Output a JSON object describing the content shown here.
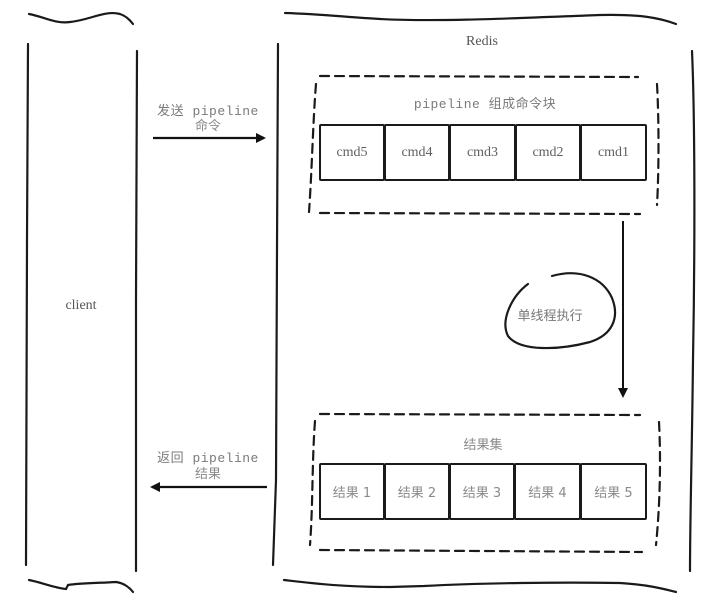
{
  "diagram": {
    "client": {
      "label": "client"
    },
    "redis": {
      "label": "Redis"
    },
    "send_arrow": {
      "line1": "发送 pipeline",
      "line2": "命令"
    },
    "return_arrow": {
      "line1": "返回 pipeline",
      "line2": "结果"
    },
    "pipeline_block": {
      "title": "pipeline 组成命令块",
      "commands": [
        "cmd5",
        "cmd4",
        "cmd3",
        "cmd2",
        "cmd1"
      ]
    },
    "execution": {
      "label": "单线程执行"
    },
    "result_set": {
      "title": "结果集",
      "results": [
        "结果 1",
        "结果 2",
        "结果 3",
        "结果 4",
        "结果 5"
      ]
    }
  }
}
